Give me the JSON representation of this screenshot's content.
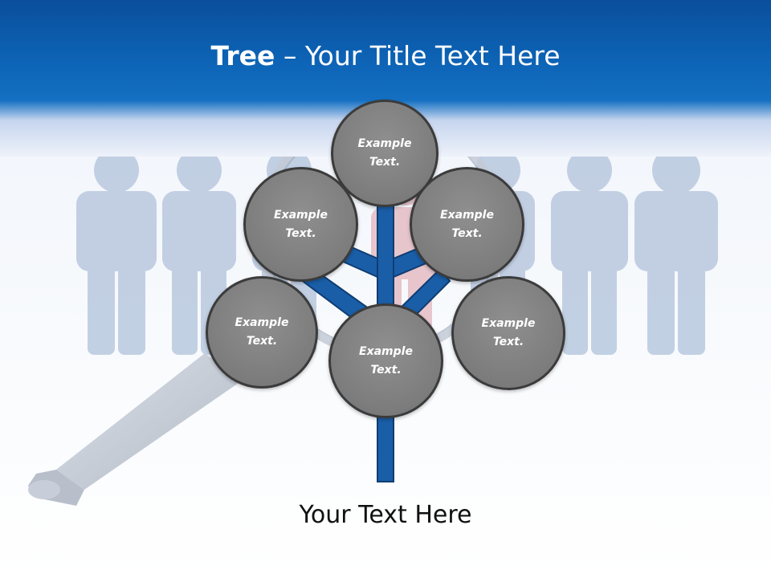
{
  "slide": {
    "title_bold": "Tree",
    "title_rest": " – Your Title Text Here",
    "footer_text": "Your Text Here"
  },
  "tree": {
    "trunk_color": "#1a5ea8",
    "node_color": "#7f7f7f",
    "nodes": [
      {
        "id": "top",
        "label": "Example Text."
      },
      {
        "id": "upper-left",
        "label": "Example Text."
      },
      {
        "id": "upper-right",
        "label": "Example Text."
      },
      {
        "id": "lower-left",
        "label": "Example Text."
      },
      {
        "id": "center",
        "label": "Example Text."
      },
      {
        "id": "lower-right",
        "label": "Example Text."
      }
    ]
  },
  "background": {
    "figure_color": "#b9c8de",
    "highlight_figure_color": "#e3b4bd",
    "header_color": "#0d63b5",
    "figures": [
      "person-figure",
      "person-figure",
      "person-figure",
      "person-figure",
      "person-figure",
      "person-figure"
    ],
    "magnifier": "magnifying-glass-icon"
  }
}
